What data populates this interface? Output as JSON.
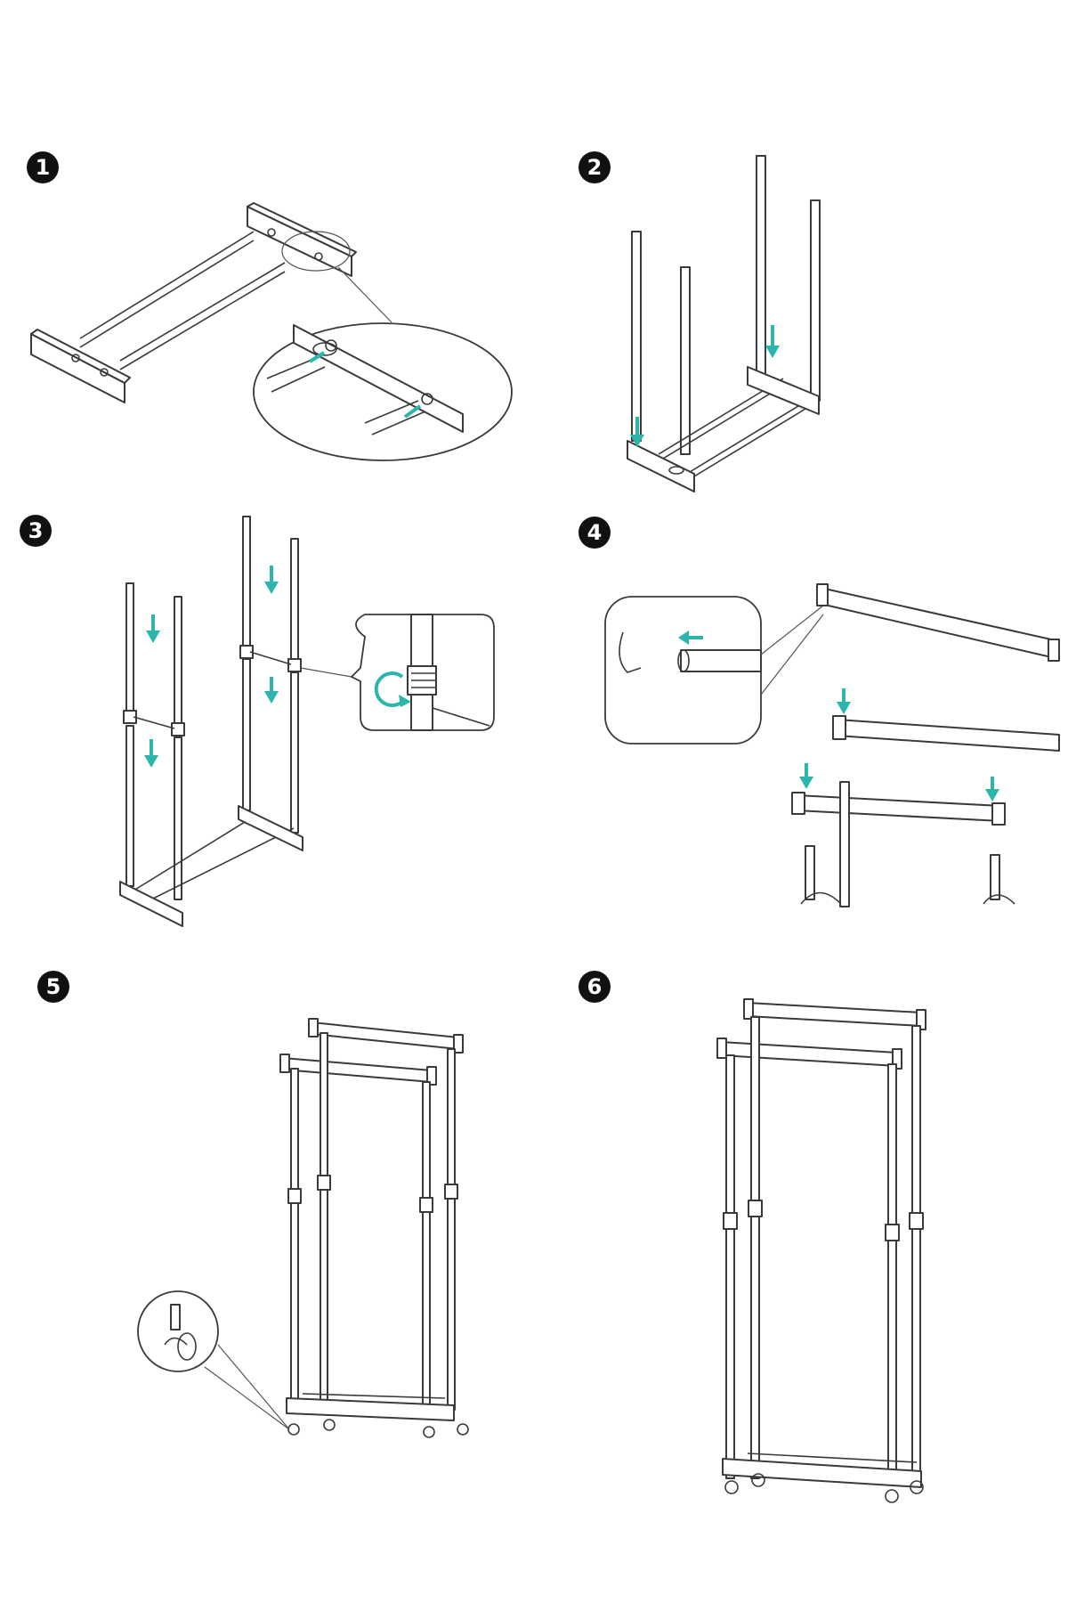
{
  "steps": [
    {
      "number": "1",
      "icon": "base-frame-assembly-icon"
    },
    {
      "number": "2",
      "icon": "insert-vertical-poles-icon"
    },
    {
      "number": "3",
      "icon": "extend-telescopic-poles-icon"
    },
    {
      "number": "4",
      "icon": "attach-hanging-rails-icon"
    },
    {
      "number": "5",
      "icon": "attach-casters-icon"
    },
    {
      "number": "6",
      "icon": "finished-garment-rack-icon"
    }
  ],
  "colors": {
    "accent": "#2bb5ad",
    "line": "#3a3a3a",
    "badge": "#111111"
  }
}
